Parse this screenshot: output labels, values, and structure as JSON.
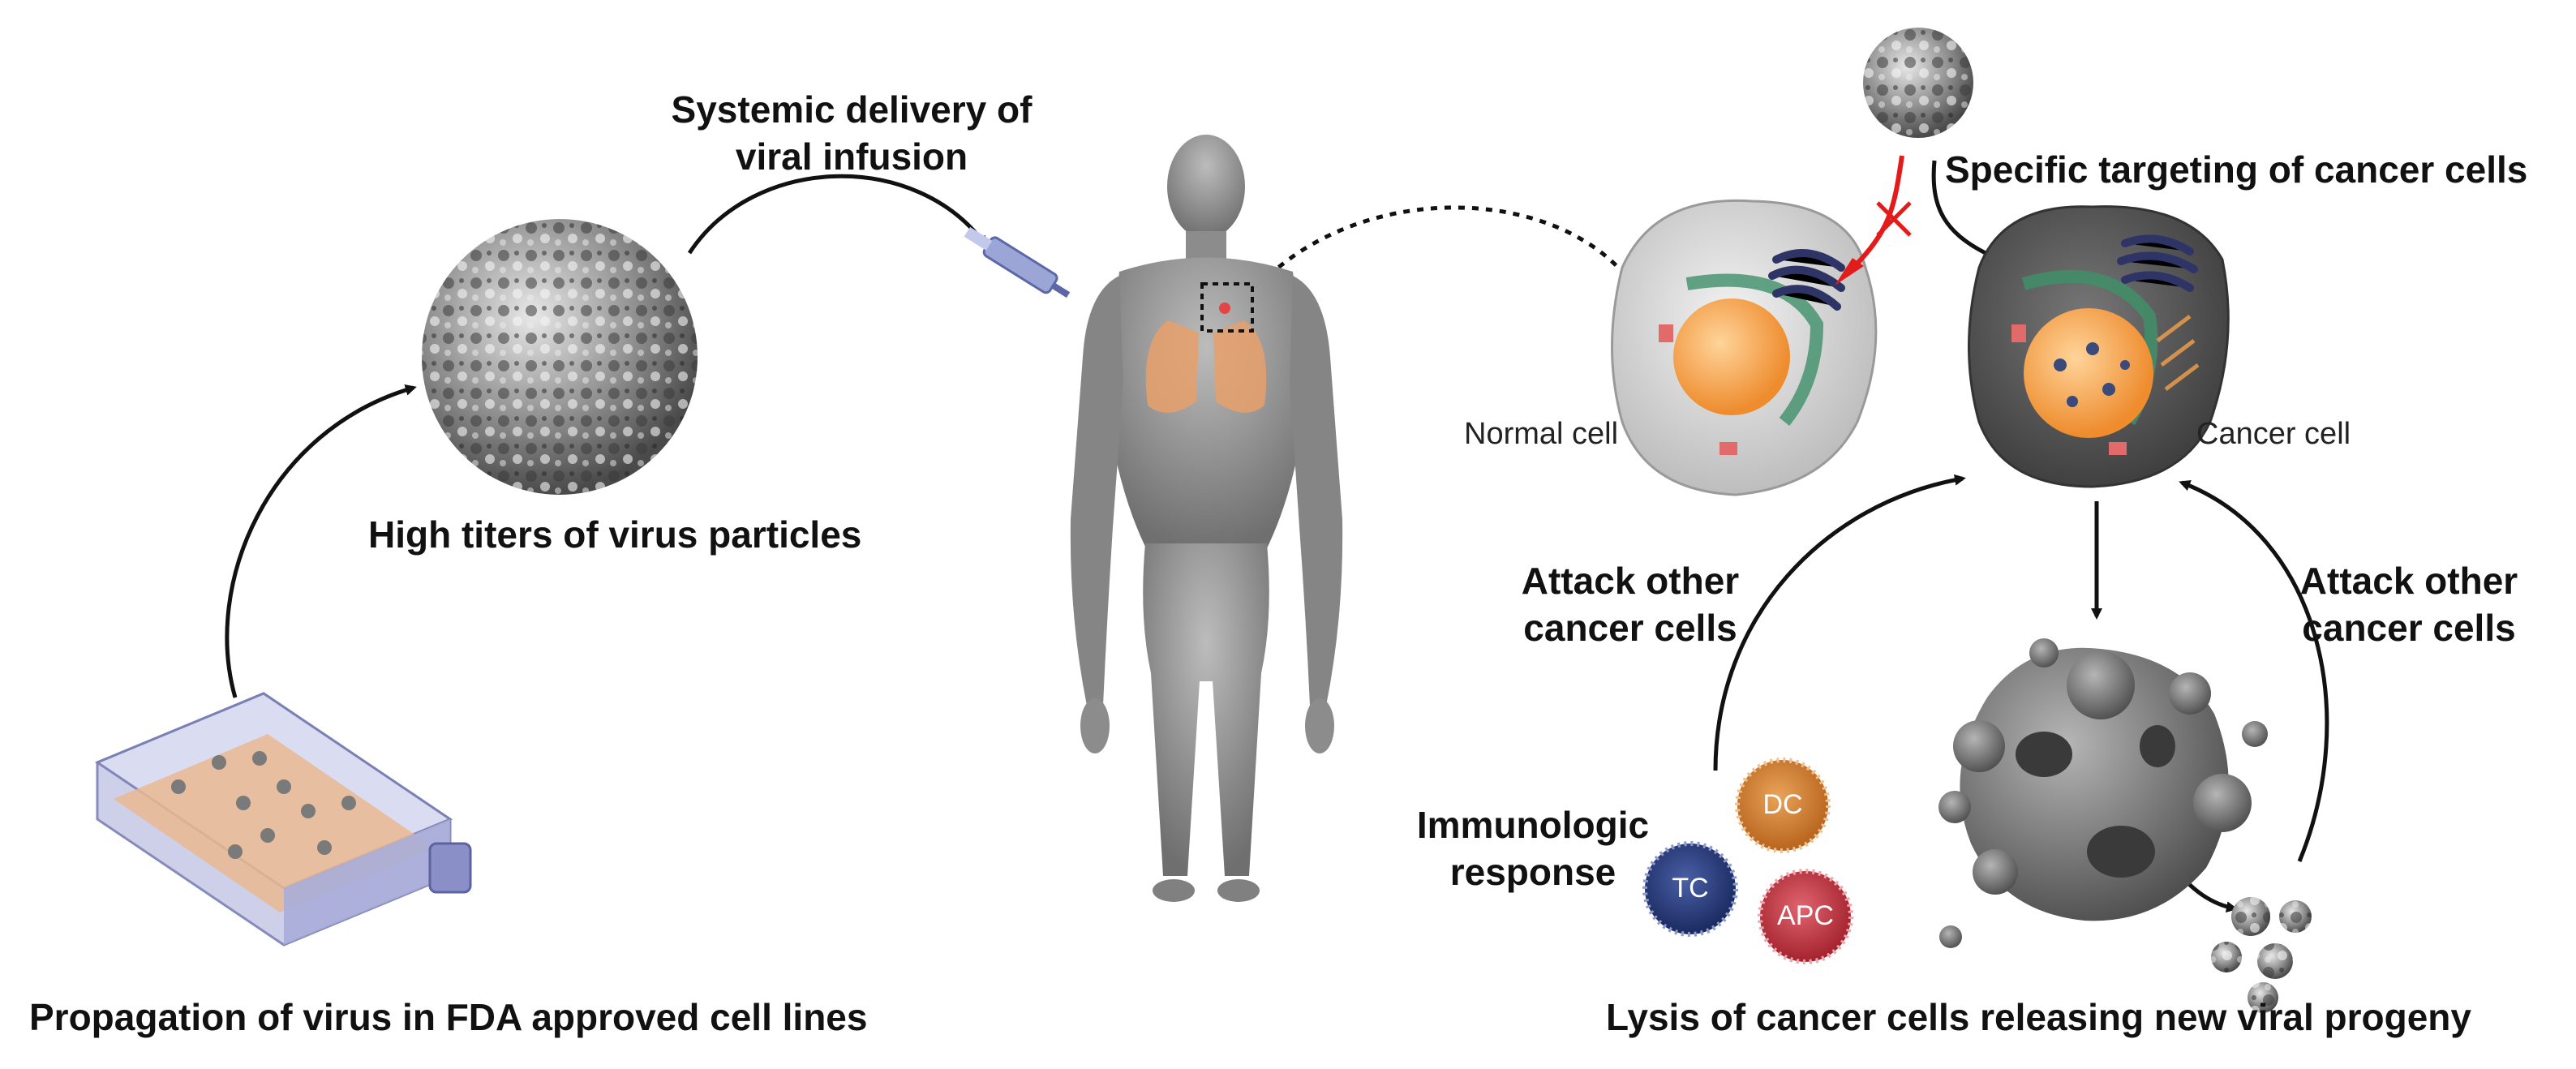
{
  "labels": {
    "propagation": "Propagation of virus in FDA approved cell lines",
    "high_titers": "High titers of virus particles",
    "systemic_delivery_line1": "Systemic delivery of",
    "systemic_delivery_line2": "viral infusion",
    "specific_targeting": "Specific targeting of cancer cells",
    "normal_cell": "Normal cell",
    "cancer_cell": "Cancer cell",
    "attack_left_line1": "Attack other",
    "attack_left_line2": "cancer cells",
    "attack_right_line1": "Attack other",
    "attack_right_line2": "cancer cells",
    "immunologic_line1": "Immunologic",
    "immunologic_line2": "response",
    "lysis": "Lysis of cancer cells releasing new viral progeny"
  },
  "immune_cells": {
    "dc": "DC",
    "tc": "TC",
    "apc": "APC"
  },
  "colors": {
    "virus_gray": "#8a8a8a",
    "body_gray": "#8c8c8c",
    "lung_orange": "#e8a06a",
    "normal_cell": "#d9d9d9",
    "cancer_cell": "#5a5a5a",
    "nucleus_orange": "#f3a14b",
    "er_green": "#3f8f6a",
    "golgi_navy": "#2e3566",
    "block_red": "#e41b1b",
    "dc_orange": "#d8802a",
    "tc_navy": "#243a7a",
    "apc_red": "#c7343f",
    "flask_blue": "#8a8fc8",
    "medium_orange": "#e9b891"
  }
}
